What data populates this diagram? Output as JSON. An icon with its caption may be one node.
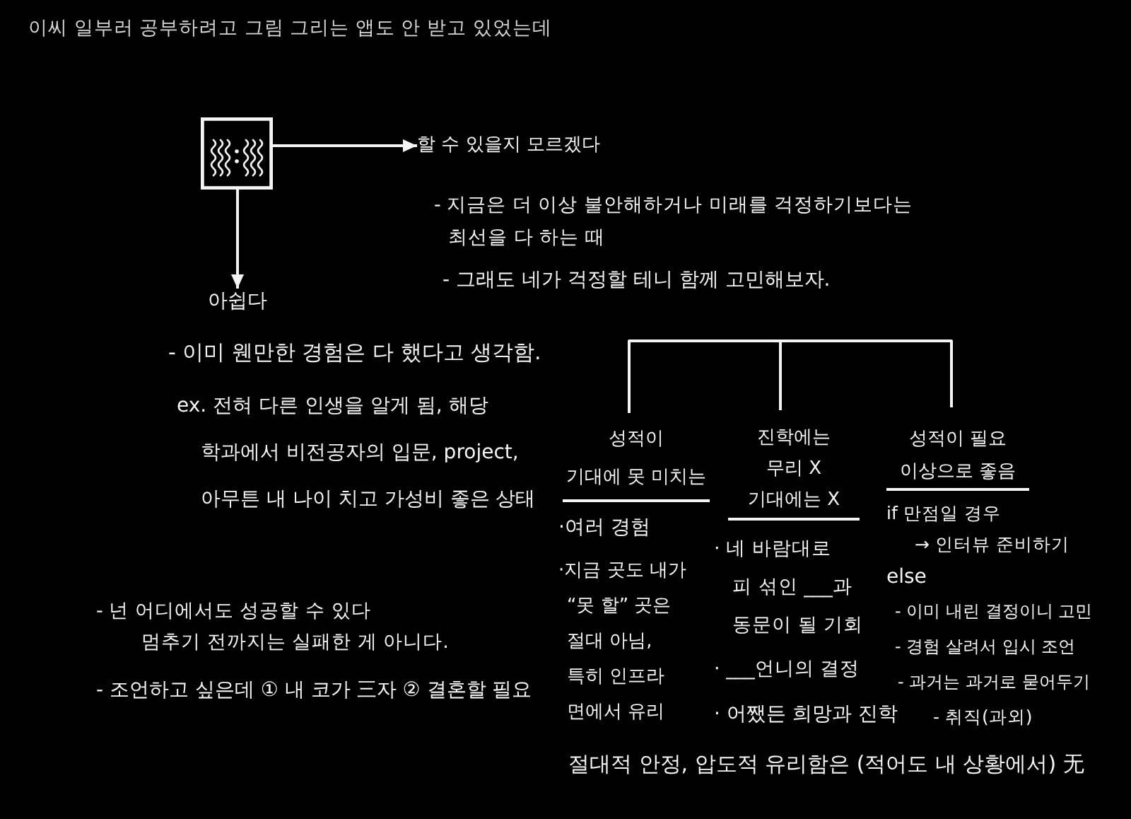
{
  "diagram": {
    "title": "이씨 일부러 공부하려고 그림 그리는 앱도 안 받고 있었는데",
    "nodes": [
      {
        "text": [],
        "shape": "picture"
      },
      {
        "text": [
          "할 수 있을지 모르겠다"
        ]
      },
      {
        "text": [
          "아쉽다"
        ]
      }
    ],
    "edges": [
      {
        "from": 0,
        "to": 1,
        "arrow": "to"
      },
      {
        "from": 0,
        "to": 2,
        "arrow": "to"
      }
    ],
    "labels": [
      "- 지금은 더 이상 불안해하거나 미래를 걱정하기보다는 최선을 다 하는 때",
      "- 그래도 네가 걱정할 테니 함께 고민해보자.",
      "- 이미 웬만한 경험은 다 했다고 생각함.",
      "ex. 전혀 다른 인생을 알게 됨, 해당 학과에서 비전공자의 입문, project, 아무튼 내 나이 치고 가성비 좋은 상태",
      "성적이 기대에 못 미치는",
      "진학에는 무리 X 기대에는 X",
      "성적이 필요 이상으로 좋음",
      "·여러 경험",
      "·지금 곳도 내가 “못 할” 곳은 절대 아님, 특히 인프라 면에서 유리",
      "· 네 바람대로 피 섞인 ___과 동문이 될 기회",
      "· ___언니의 결정",
      "· 어쨌든 희망과 진학",
      "if 만점일 경우 → 인터뷰 준비하기",
      "else",
      "- 이미 내린 결정이니 고민",
      "- 경험 살려서 입시 조언",
      "- 과거는 과거로 묻어두기",
      "- 취직(과외)",
      "- 넌 어디에서도 성공할 수 있다 멈추기 전까지는 실패한 게 아니다.",
      "- 조언하고 싶은데 ① 내 코가 三자 ② 결혼할 필요",
      "절대적 안정, 압도적 유리함은 (적어도 내 상황에서) 无"
    ]
  }
}
